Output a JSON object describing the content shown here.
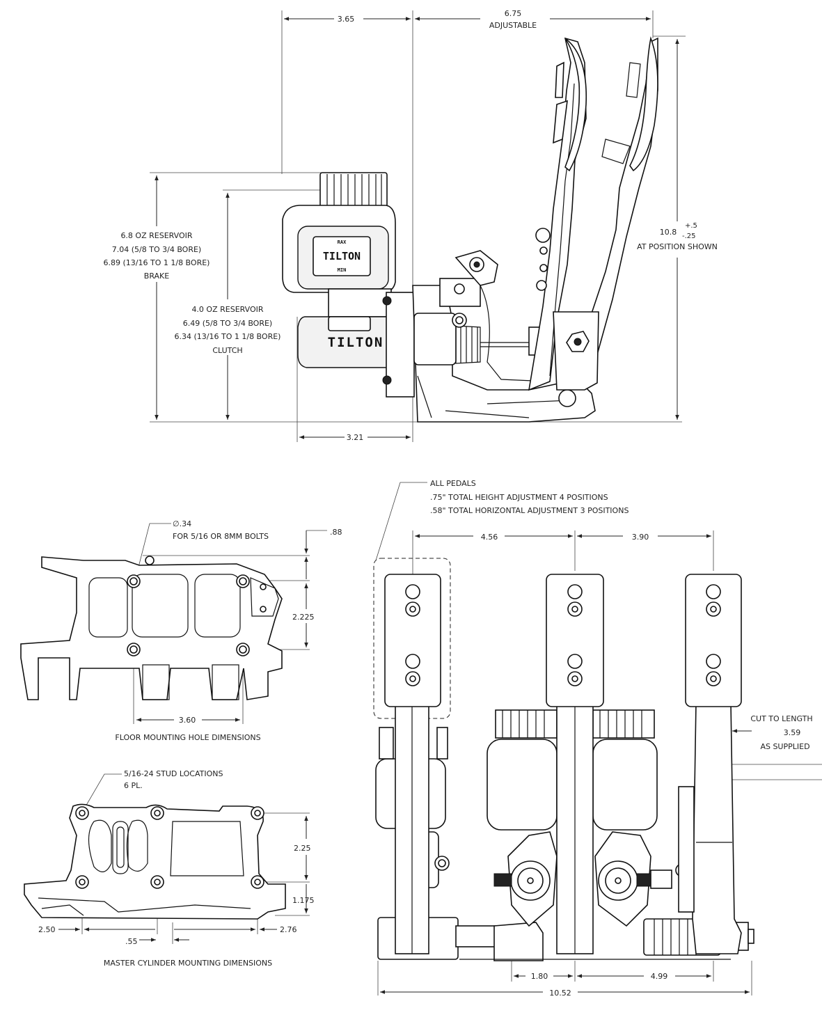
{
  "side_view": {
    "dim_width_top": "3.65",
    "dim_adjustable_value": "6.75",
    "dim_adjustable_label": "ADJUSTABLE",
    "brake_reservoir": [
      "6.8 OZ RESERVOIR",
      "7.04 (5/8 TO 3/4 BORE)",
      "6.89 (13/16 TO 1 1/8 BORE)",
      "BRAKE"
    ],
    "clutch_reservoir": [
      "4.0 OZ RESERVOIR",
      "6.49 (5/8 TO 3/4 BORE)",
      "6.34 (13/16 TO 1 1/8 BORE)",
      "CLUTCH"
    ],
    "height_value": "10.8",
    "height_tol_plus": "+.5",
    "height_tol_minus": "-.25",
    "height_note": "AT POSITION SHOWN",
    "dim_bottom": "3.21",
    "reservoir_brand": "TILTON",
    "reservoir_top_mark": "RAX",
    "reservoir_bottom_mark": "MIN",
    "cylinder_brand": "TILTON"
  },
  "floor_view": {
    "hole_dia": "∅.34",
    "hole_note": "FOR 5/16 OR 8MM BOLTS",
    "dim_top_offset": ".88",
    "dim_hole_spacing_v": "2.225",
    "dim_hole_spacing_h": "3.60",
    "caption": "FLOOR MOUNTING HOLE DIMENSIONS"
  },
  "mc_view": {
    "stud_note": "5/16-24 STUD LOCATIONS",
    "stud_count": "6 PL.",
    "dim_v_top": "2.25",
    "dim_v_bottom": "1.175",
    "dim_left": "2.50",
    "dim_right": "2.76",
    "dim_small": ".55",
    "caption": "MASTER CYLINDER MOUNTING DIMENSIONS"
  },
  "front_view": {
    "note": [
      "ALL PEDALS",
      ".75\" TOTAL HEIGHT ADJUSTMENT 4 POSITIONS",
      ".58\" TOTAL HORIZONTAL ADJUSTMENT 3 POSITIONS"
    ],
    "dim_pedal_1_2": "4.56",
    "dim_pedal_2_3": "3.90",
    "cut_note": [
      "CUT TO LENGTH",
      "3.59",
      "AS SUPPLIED"
    ],
    "dim_bottom_a": "1.80",
    "dim_bottom_b": "4.99",
    "dim_overall": "10.52"
  }
}
